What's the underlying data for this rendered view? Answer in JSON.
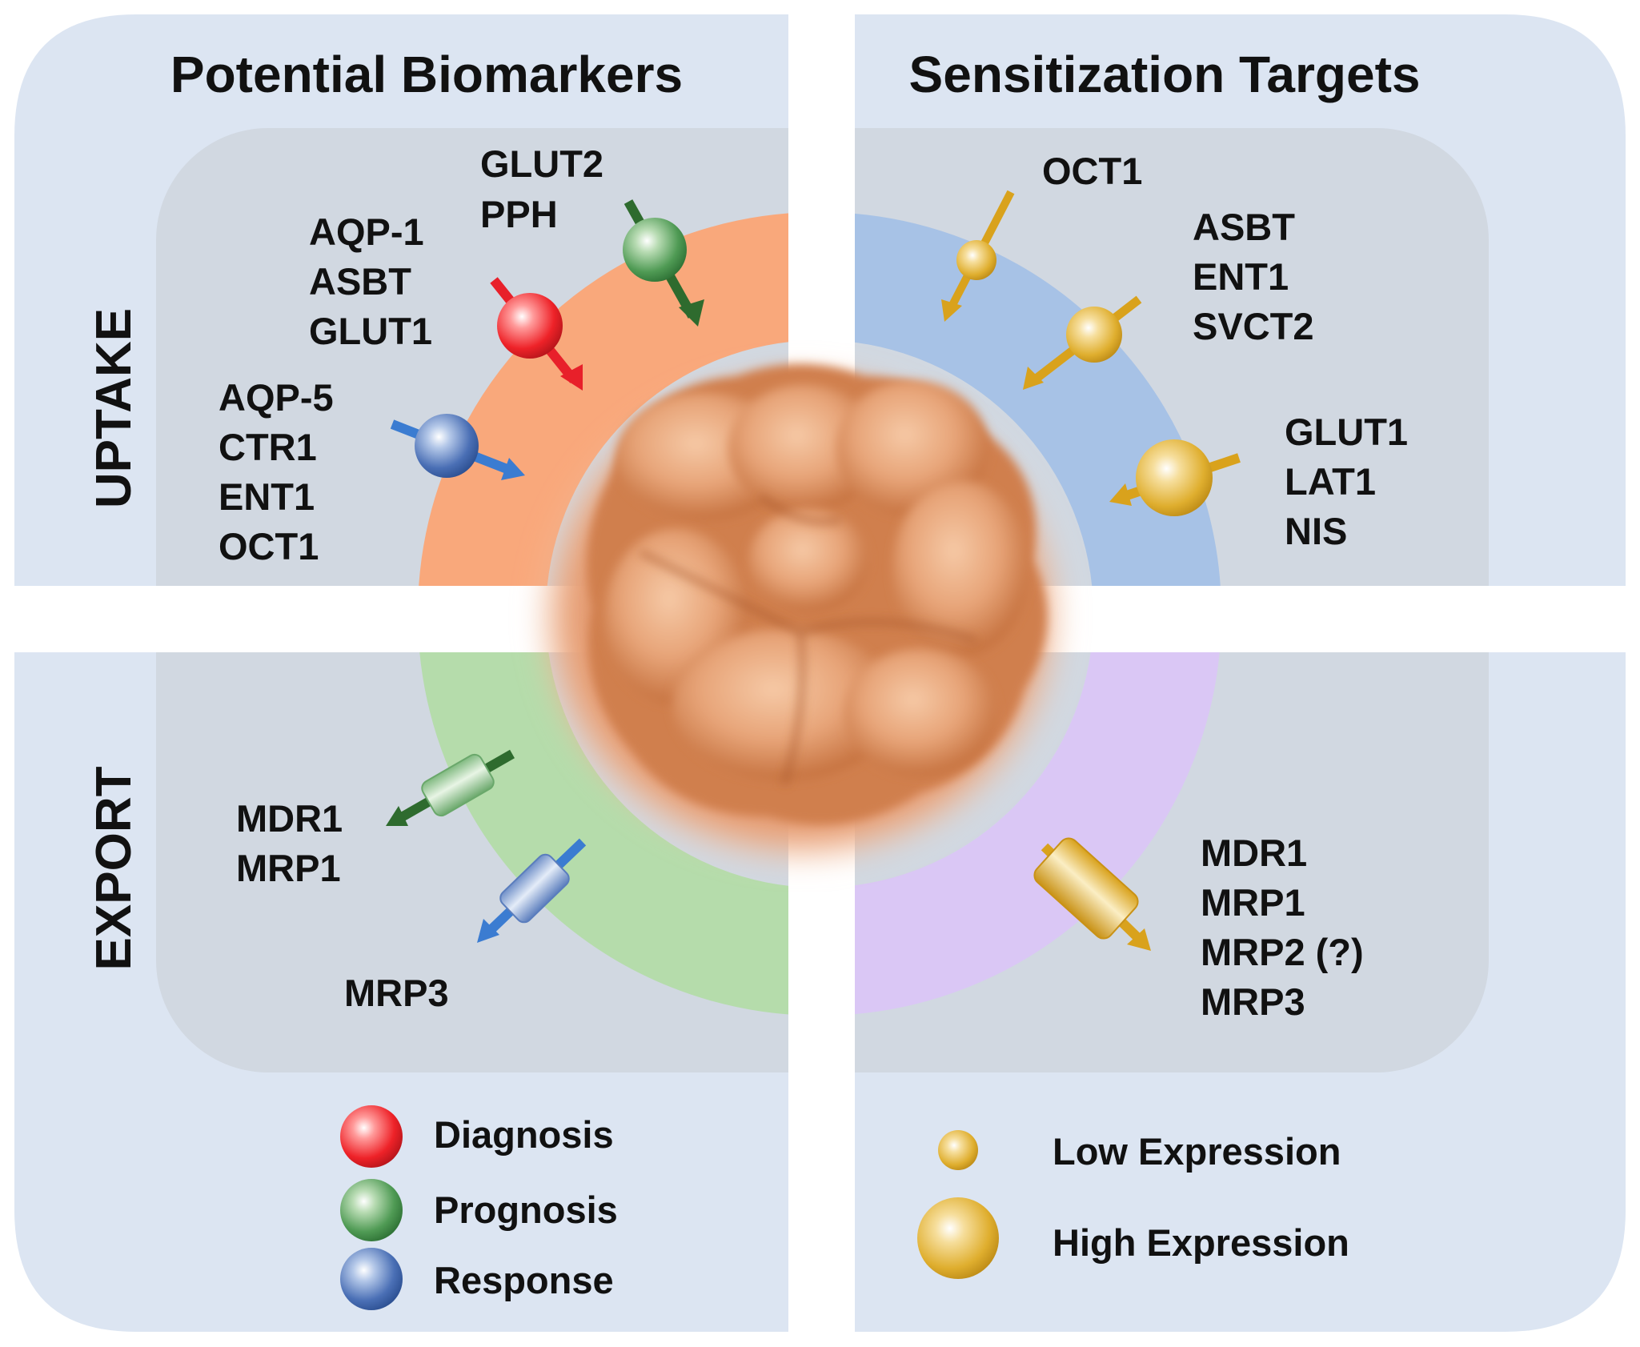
{
  "headings": {
    "left": "Potential Biomarkers",
    "right": "Sensitization Targets",
    "uptake": "UPTAKE",
    "export": "EXPORT"
  },
  "uptake_biomarkers": [
    {
      "role": "Prognosis",
      "genes": [
        "GLUT2",
        "PPH"
      ]
    },
    {
      "role": "Diagnosis",
      "genes": [
        "AQP-1",
        "ASBT",
        "GLUT1"
      ]
    },
    {
      "role": "Response",
      "genes": [
        "AQP-5",
        "CTR1",
        "ENT1",
        "OCT1"
      ]
    }
  ],
  "uptake_targets": [
    {
      "expression": "Low",
      "genes": [
        "OCT1"
      ]
    },
    {
      "expression": "Medium",
      "genes": [
        "ASBT",
        "ENT1",
        "SVCT2"
      ]
    },
    {
      "expression": "High",
      "genes": [
        "GLUT1",
        "LAT1",
        "NIS"
      ]
    }
  ],
  "export_biomarkers": [
    {
      "role": "Prognosis",
      "genes": [
        "MDR1",
        "MRP1"
      ]
    },
    {
      "role": "Response",
      "genes": [
        "MRP3"
      ]
    }
  ],
  "export_targets": [
    {
      "expression": "High",
      "genes": [
        "MDR1",
        "MRP1",
        "MRP2 (?)",
        "MRP3"
      ]
    }
  ],
  "legend_left": [
    {
      "label": "Diagnosis",
      "color": "#e8202a"
    },
    {
      "label": "Prognosis",
      "color": "#3d8a46"
    },
    {
      "label": "Response",
      "color": "#3565ad"
    }
  ],
  "legend_right": [
    {
      "label": "Low Expression",
      "color": "#d9a21c"
    },
    {
      "label": "High Expression",
      "color": "#d9a21c"
    }
  ],
  "colors": {
    "panel_bg": "#dce5f2",
    "inner_bg": "#d1d8e1",
    "ring_uptake_biomarker": "#f9a87b",
    "ring_uptake_target": "#a7c2e6",
    "ring_export_biomarker": "#b5dcab",
    "ring_export_target": "#dac7f5",
    "gold": "#d9a21c",
    "dark_green": "#2e6b2e",
    "red": "#e8202a",
    "blue": "#3b7cd1"
  }
}
